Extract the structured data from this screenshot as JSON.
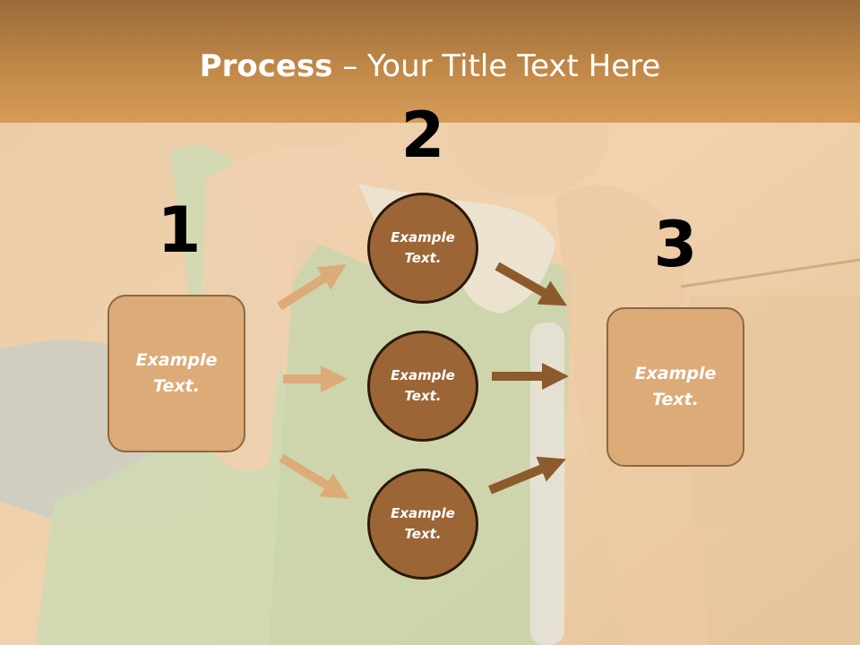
{
  "slide": {
    "title_bold": "Process",
    "title_rest": " – Your Title Text Here",
    "steps": {
      "step1": "1",
      "step2": "2",
      "step3": "3"
    },
    "left_box": "Example Text.",
    "right_box": "Example Text.",
    "circles": [
      "Example Text.",
      "Example Text.",
      "Example Text."
    ]
  },
  "colors": {
    "header": "#c08848",
    "box_fill": "#dcab78",
    "circle_fill": "#9b6535",
    "arrow_light": "#dcab78",
    "arrow_dark": "#8c5a2c"
  }
}
